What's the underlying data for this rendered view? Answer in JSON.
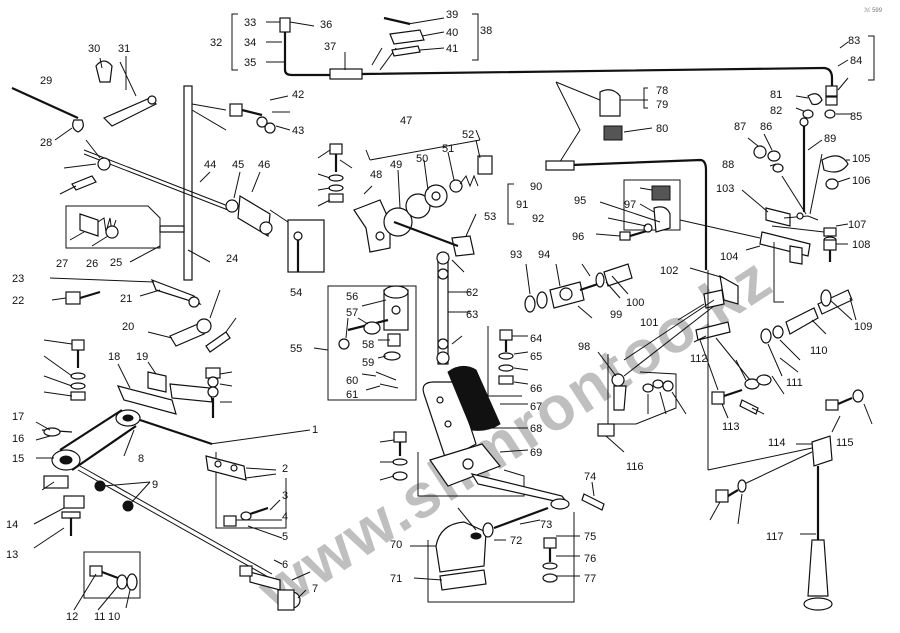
{
  "watermark": "www.slimrontoo.kz",
  "corner_note": "ℳ 599",
  "part_labels": [
    "1",
    "2",
    "3",
    "4",
    "5",
    "6",
    "7",
    "8",
    "9",
    "10",
    "11",
    "12",
    "13",
    "14",
    "15",
    "16",
    "17",
    "18",
    "19",
    "20",
    "21",
    "22",
    "23",
    "24",
    "25",
    "26",
    "27",
    "28",
    "29",
    "30",
    "31",
    "32",
    "33",
    "34",
    "35",
    "36",
    "37",
    "38",
    "39",
    "40",
    "41",
    "42",
    "43",
    "44",
    "45",
    "46",
    "47",
    "48",
    "49",
    "50",
    "51",
    "52",
    "53",
    "54",
    "55",
    "56",
    "57",
    "58",
    "59",
    "60",
    "61",
    "62",
    "63",
    "64",
    "65",
    "66",
    "67",
    "68",
    "69",
    "70",
    "71",
    "72",
    "73",
    "74",
    "75",
    "76",
    "77",
    "78",
    "79",
    "80",
    "81",
    "82",
    "83",
    "84",
    "85",
    "86",
    "87",
    "88",
    "89",
    "90",
    "91",
    "92",
    "93",
    "94",
    "95",
    "96",
    "97",
    "98",
    "99",
    "100",
    "101",
    "102",
    "103",
    "104",
    "105",
    "106",
    "107",
    "108",
    "109",
    "110",
    "111",
    "112",
    "113",
    "114",
    "115",
    "116",
    "117"
  ]
}
